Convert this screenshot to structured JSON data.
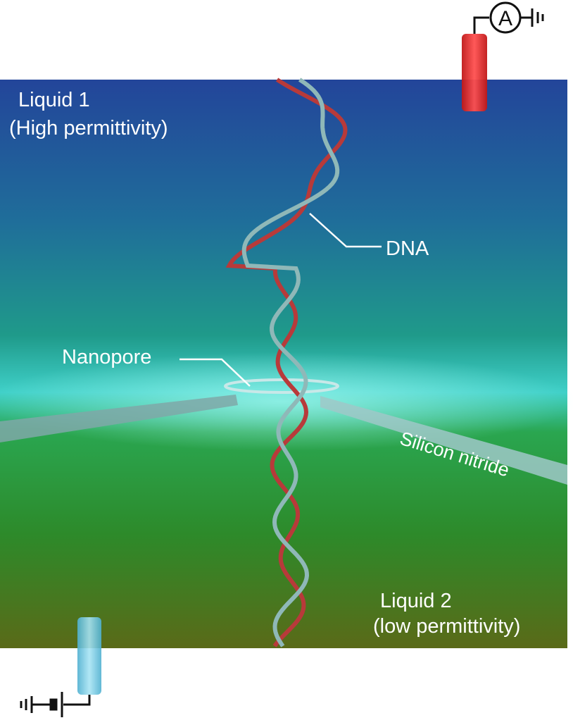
{
  "labels": {
    "liquid1_line1": "Liquid 1",
    "liquid1_line2": "(High permittivity)",
    "dna": "DNA",
    "nanopore": "Nanopore",
    "silicon_nitride": "Silicon nitride",
    "liquid2_line1": "Liquid 2",
    "liquid2_line2": "(low permittivity)",
    "ammeter": "A"
  },
  "colors": {
    "liquid_top": "#1f4fa0",
    "liquid_mid": "#1f9a8a",
    "liquid_bottom": "#5a7a1a",
    "top_electrode": "#e02020",
    "bottom_electrode": "#7fd0e8",
    "strand_red": "#b83a3a",
    "strand_teal": "#8fb8b8"
  }
}
